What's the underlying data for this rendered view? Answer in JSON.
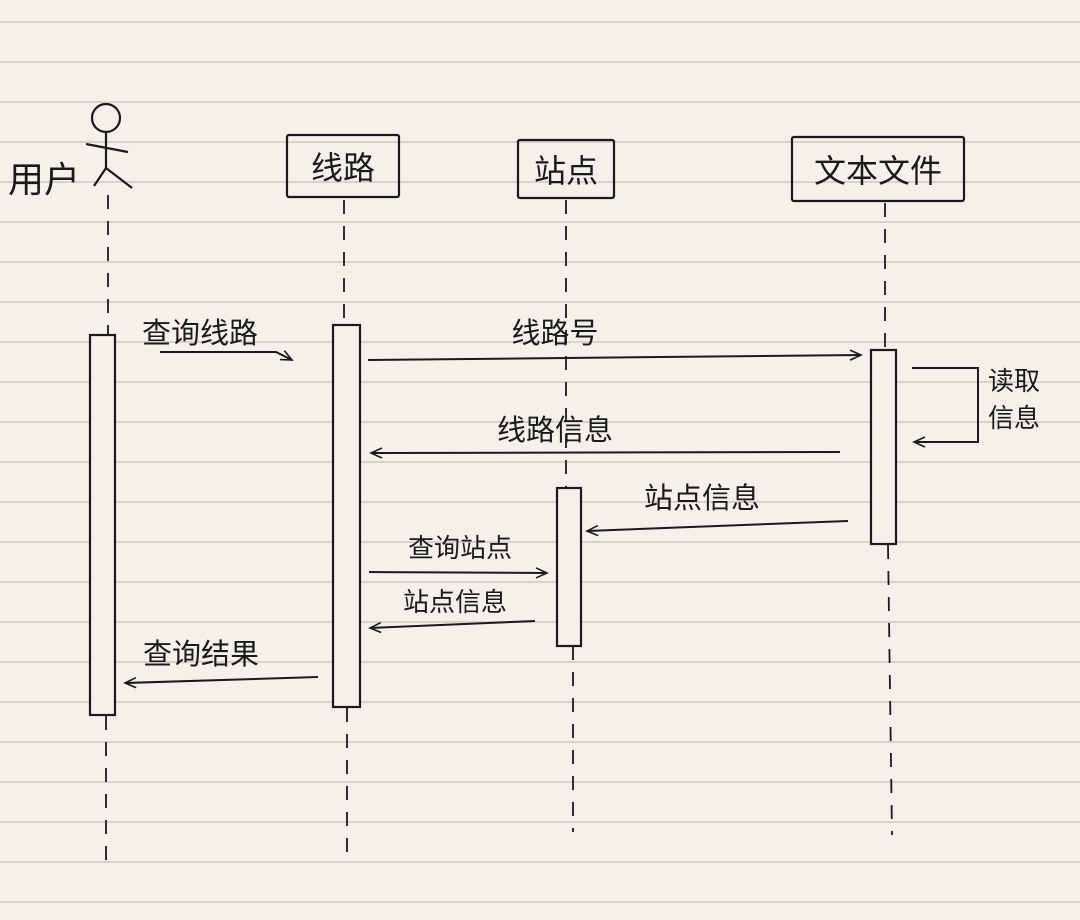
{
  "diagram": {
    "actor": {
      "label": "用户"
    },
    "participants": {
      "route": "线路",
      "station": "站点",
      "textfile": "文本文件"
    },
    "messages": {
      "query_route": "查询线路",
      "route_number": "线路号",
      "read_info_line1": "读取",
      "read_info_line2": "信息",
      "route_info": "线路信息",
      "station_info_from_file": "站点信息",
      "query_station": "查询站点",
      "station_info_reply": "站点信息",
      "query_result": "查询结果"
    }
  }
}
